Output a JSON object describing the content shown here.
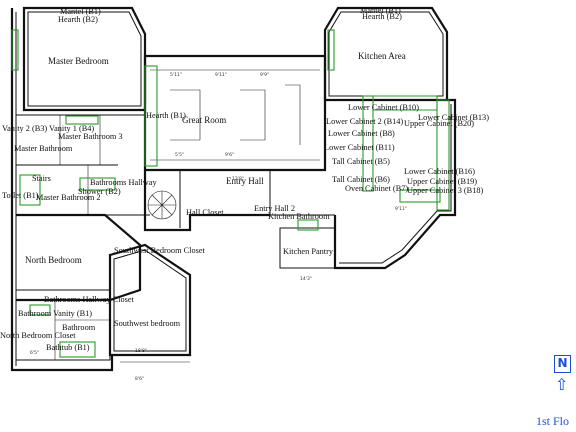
{
  "floor_label": "1st Flo",
  "north_letter": "N",
  "north_arrow": "⇧",
  "rooms": {
    "mantel_b1": "Mantel (B1)",
    "hearth_b2": "Hearth (B2)",
    "mantel_b1_right": "Mantel (B1)",
    "hearth_b2_right": "Hearth (B2)",
    "master_bedroom": "Master Bedroom",
    "kitchen_area": "Kitchen Area",
    "hearth_b1": "Hearth (B1)",
    "great_room": "Great Room",
    "vanity_b3": "Vanity 2 (B3)",
    "vanity_b4": "Vanity 1 (B4)",
    "master_bathroom_3": "Master Bathroom 3",
    "master_bathroom": "Master Bathroom",
    "stairs": "Stairs",
    "bathrooms_hallway": "Bathrooms Hallway",
    "shower_b2": "Shower (B2)",
    "toilet_b1": "Toilet (B1)",
    "master_bathroom_2": "Master Bathroom 2",
    "entry_hall": "Entry Hall",
    "hall_closet": "Hall Closet",
    "entry_hall_2": "Entry Hall 2",
    "kitchen_bathroom": "Kitchen Bathroom",
    "kitchen_pantry": "Kitchen Pantry",
    "north_bedroom": "North Bedroom",
    "southwest_bedroom_closet": "Southwest Bedroom Closet",
    "bathrooms_hallway_closet": "Bathrooms Hallway Closet",
    "bathroom_vanity": "Bathroom Vanity (B1)",
    "bathroom": "Bathroom",
    "southwest_bedroom": "Southwest bedroom",
    "north_bedroom_closet": "North Bedroom Closet",
    "bathtub_b1": "Bathtub (B1)",
    "lower_cabinet_b10": "Lower Cabinet (B10)",
    "lower_cabinet_b13": "Lower Cabinet (B13)",
    "lower_cabinet_b12": "Lower Cabinet 2 (B14)",
    "upper_cabinet_b20": "Upper Cabinet (B20)",
    "lower_cabinet_b8": "Lower Cabinet (B8)",
    "lower_cabinet_b11": "Lower Cabinet (B11)",
    "tall_cabinet_b5": "Tall Cabinet (B5)",
    "tall_cabinet_b6": "Tall Cabinet (B6)",
    "oven_cabinet": "Oven Cabinet (B7)",
    "lower_cabinet_b16": "Lower Cabinet (B16)",
    "upper_cabinet_b19": "Upper Cabinet (B19)",
    "upper_cabinet_b18": "Upper Cabinet 3 (B18)"
  }
}
